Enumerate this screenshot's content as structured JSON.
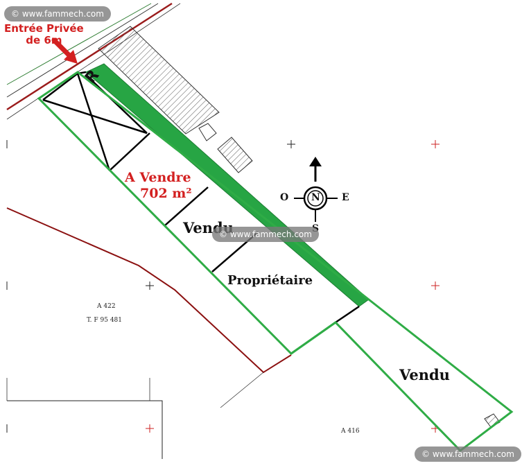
{
  "watermarks": [
    "© www.fammech.com",
    "© www.fammech.com",
    "© www.fammech.com"
  ],
  "entrance_label": [
    "Entrée Privée",
    "de 6m"
  ],
  "sale_label": [
    "A Vendre",
    "702 m²"
  ],
  "plots": {
    "sold_1": "Vendu",
    "owner": "Propriétaire",
    "sold_2": "Vendu"
  },
  "parcels": {
    "p422": "A 422",
    "tf": "T. F  95 481",
    "p416": "A 416"
  },
  "compass": {
    "north": "N",
    "west": "O",
    "east": "E",
    "south": "S"
  },
  "road_letter": "R",
  "colors": {
    "green_border": "#2fac46",
    "green_road": "#27a544",
    "red_text": "#d32020",
    "boundary_red": "#8b1010",
    "cross_red": "#cc2222"
  }
}
